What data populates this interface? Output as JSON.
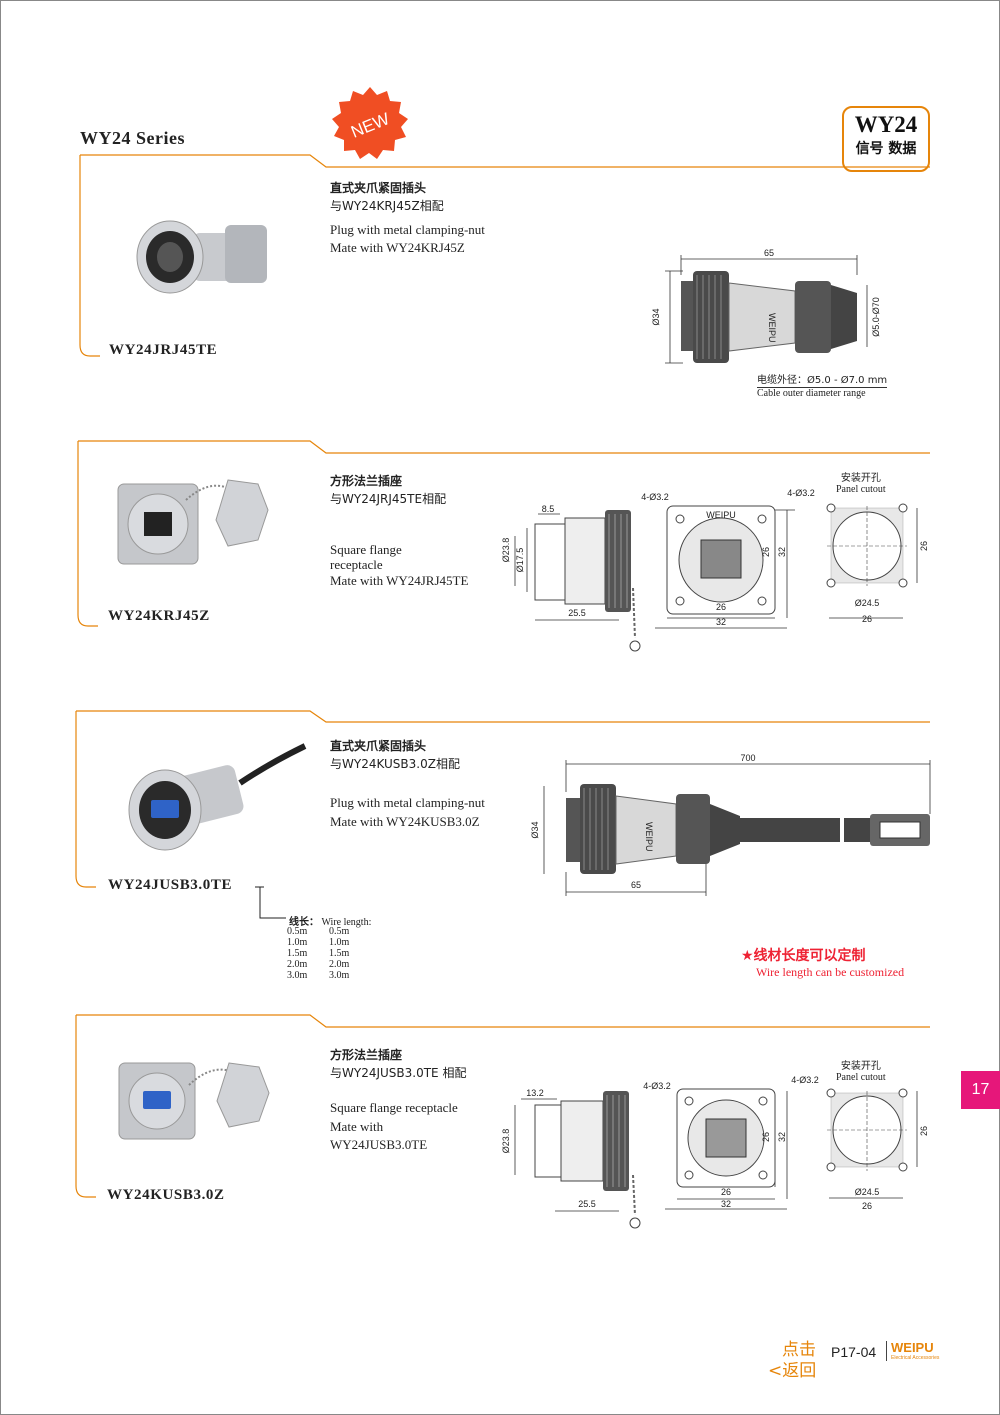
{
  "series_title": "WY24  Series",
  "badge": {
    "main": "WY24",
    "sub": "信号 数据"
  },
  "new_label": "NEW",
  "products": [
    {
      "model": "WY24JRJ45TE",
      "title_cn": "直式夹爪紧固插头",
      "mate_cn": "与WY24KRJ45Z相配",
      "desc_en_1": "Plug with metal clamping-nut",
      "desc_en_2": "Mate with WY24KRJ45Z"
    },
    {
      "model": "WY24KRJ45Z",
      "title_cn": "方形法兰插座",
      "mate_cn": "与WY24JRJ45TE相配",
      "desc_en_1": "Square flange",
      "desc_en_2": "receptacle",
      "desc_en_3": "Mate with WY24JRJ45TE"
    },
    {
      "model": "WY24JUSB3.0TE",
      "title_cn": "直式夹爪紧固插头",
      "mate_cn": "与WY24KUSB3.0Z相配",
      "desc_en_1": "Plug with metal clamping-nut",
      "desc_en_2": "Mate with WY24KUSB3.0Z"
    },
    {
      "model": "WY24KUSB3.0Z",
      "title_cn": "方形法兰插座",
      "mate_cn": "与WY24JUSB3.0TE 相配",
      "desc_en_1": "Square flange  receptacle",
      "desc_en_2": "Mate with",
      "desc_en_3": "WY24JUSB3.0TE"
    }
  ],
  "drawing1": {
    "len": "65",
    "dia": "Ø34",
    "cable": "Ø5.0-Ø70",
    "cable_cn": "电缆外径：Ø5.0 - Ø7.0 mm",
    "cable_en": "Cable outer diameter range",
    "brand": "WEIPU"
  },
  "drawing2": {
    "d1": "8.5",
    "d2": "Ø23.8",
    "d3": "Ø17.5",
    "d4": "25.5",
    "holes": "4-Ø3.2",
    "w1": "26",
    "w2": "32",
    "h1": "26",
    "h2": "32",
    "brand": "WEIPU",
    "cut_cn": "安装开孔",
    "cut_en": "Panel cutout",
    "cut_holes": "4-Ø3.2",
    "cut_dia": "Ø24.5",
    "cut_w": "26",
    "cut_h": "26"
  },
  "drawing3": {
    "len": "700",
    "dia": "Ø34",
    "len2": "65",
    "brand": "WEIPU"
  },
  "drawing4": {
    "d1": "13.2",
    "d2": "Ø23.8",
    "d4": "25.5",
    "holes": "4-Ø3.2",
    "w1": "26",
    "w2": "32",
    "h1": "26",
    "h2": "32",
    "cut_cn": "安装开孔",
    "cut_en": "Panel cutout",
    "cut_holes": "4-Ø3.2",
    "cut_dia": "Ø24.5",
    "cut_w": "26",
    "cut_h": "26"
  },
  "wire_length": {
    "label_cn": "线长：",
    "label_en": "Wire length:",
    "values": [
      "0.5m",
      "1.0m",
      "1.5m",
      "2.0m",
      "3.0m"
    ]
  },
  "custom_note": {
    "cn": "★线材长度可以定制",
    "en": "Wire length can be customized"
  },
  "tab_number": "17",
  "footer": {
    "back_1": "点击",
    "back_2": "<返回",
    "page": "P17-04",
    "brand": "WEIPU",
    "brand_sub": "Electrical Accessories"
  },
  "colors": {
    "accent": "#e6850a",
    "tab": "#e6177a",
    "red_note": "#e22233"
  }
}
